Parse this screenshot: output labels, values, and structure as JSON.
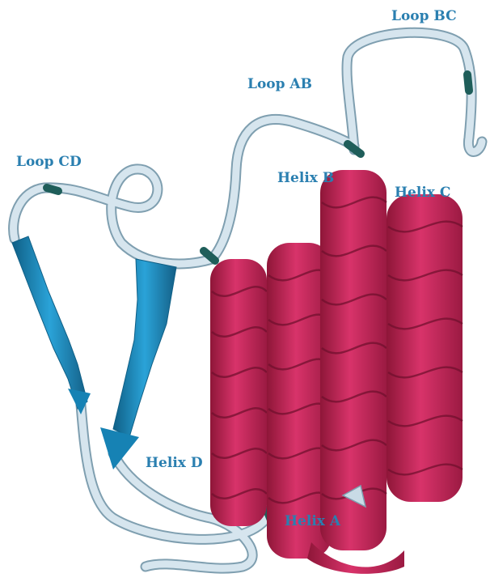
{
  "labels": {
    "loop_bc": "Loop BC",
    "loop_ab": "Loop AB",
    "loop_cd": "Loop CD",
    "helix_b": "Helix B",
    "helix_c": "Helix C",
    "helix_d": "Helix D",
    "helix_a": "Helix A"
  },
  "colors": {
    "helix": "#c8285a",
    "helix_dark": "#8e1638",
    "sheet": "#1c8fc4",
    "sheet_dark": "#0f5f86",
    "loop": "#c9dbe6",
    "loop_edge": "#7f9fb0",
    "junction": "#1f5e5a",
    "label": "#2a7fb0"
  }
}
